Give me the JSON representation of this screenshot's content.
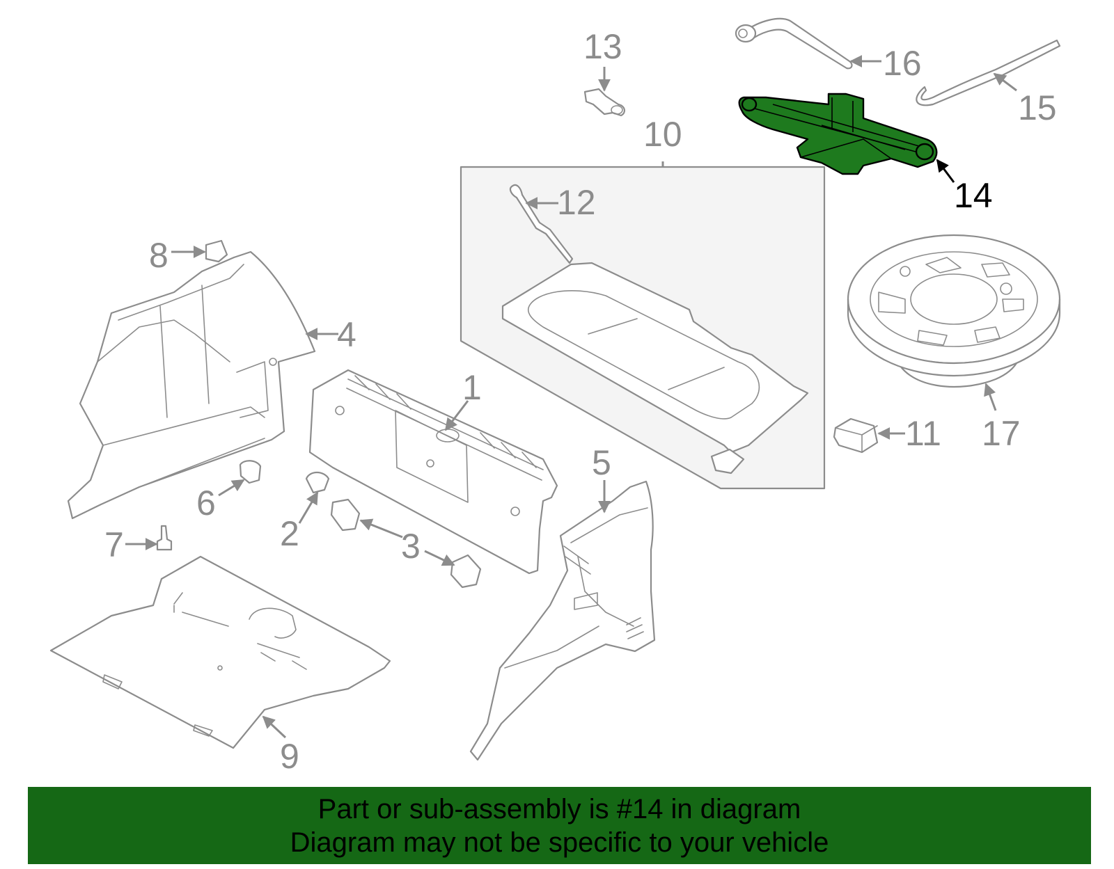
{
  "highlight": {
    "part": "14",
    "color": "#1e7a1e",
    "outline_color": "#000000"
  },
  "callouts": [
    "1",
    "2",
    "3",
    "4",
    "5",
    "6",
    "7",
    "8",
    "9",
    "10",
    "11",
    "12",
    "13",
    "14",
    "15",
    "16",
    "17"
  ],
  "banner": {
    "line1": "Part or sub-assembly is #14 in diagram",
    "line2": "Diagram may not be specific to your vehicle",
    "background": "#156815"
  },
  "colors": {
    "part_stroke": "#8c8c8c",
    "label_gray": "#8c8c8c",
    "highlight_label": "#000000"
  }
}
